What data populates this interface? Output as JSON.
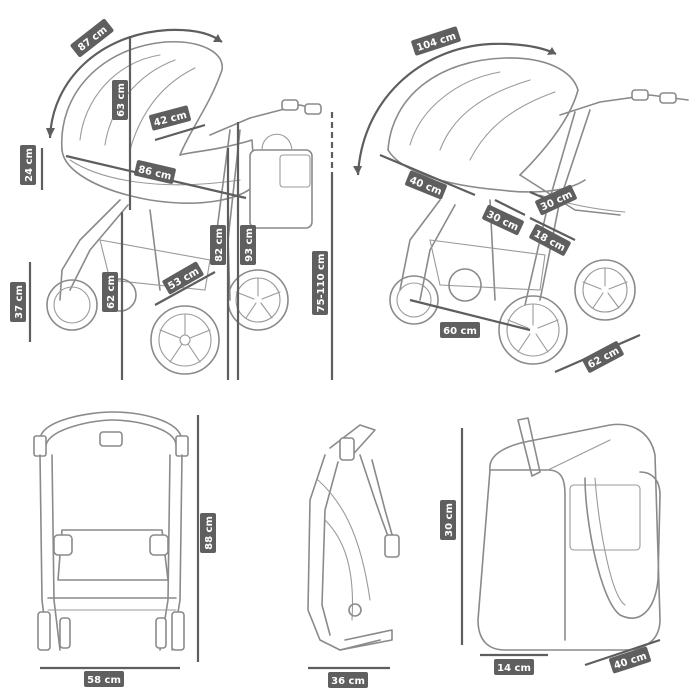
{
  "colors": {
    "outline": "#8a8a8a",
    "dimension_line": "#5e5e5e",
    "label_bg": "#5f5f5f",
    "label_text": "#ffffff",
    "background": "#ffffff"
  },
  "stroller_carrycot": {
    "hood_arc": "87 cm",
    "carrycot_height": "63 cm",
    "carrycot_inner_width": "42 cm",
    "carrycot_depth": "24 cm",
    "carrycot_length": "86 cm",
    "bumper_height": "82 cm",
    "seat_ground_height": "62 cm",
    "overall_height": "93 cm",
    "handle_height": "75-110 cm",
    "wheel_base": "53 cm",
    "wheel_height": "37 cm"
  },
  "stroller_seat": {
    "hood_arc": "104 cm",
    "backrest_length": "40 cm",
    "seat_depth": "30 cm",
    "footrest_width": "30 cm",
    "footrest_length": "18 cm",
    "wheelbase": "60 cm",
    "width": "62 cm"
  },
  "frame_front": {
    "height": "88 cm",
    "width": "58 cm"
  },
  "frame_folded": {
    "width": "36 cm"
  },
  "bag": {
    "height": "30 cm",
    "depth": "14 cm",
    "width": "40 cm"
  }
}
